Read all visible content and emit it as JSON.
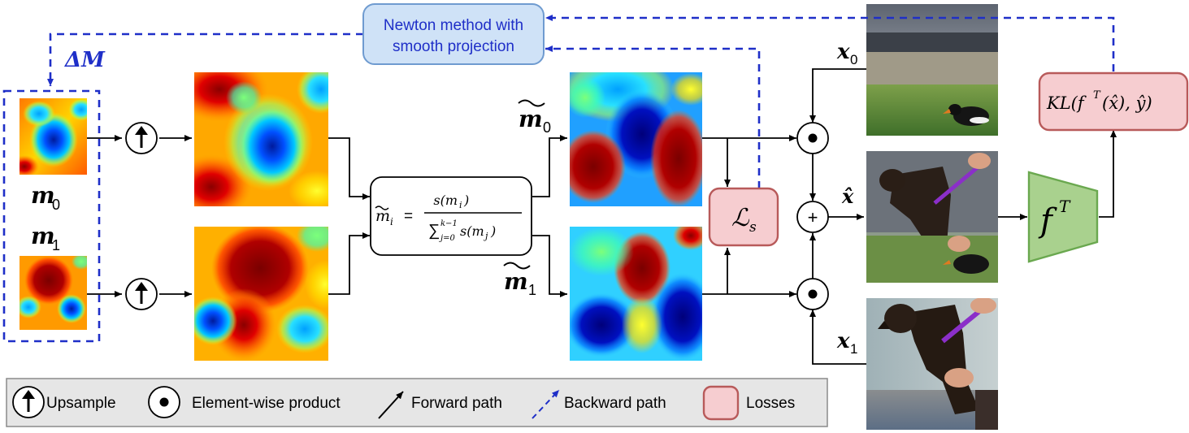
{
  "optimizer": {
    "line1": "Newton method with",
    "line2": "smooth projection"
  },
  "labels": {
    "delta_m": "ΔM",
    "m0": "m",
    "m0_sub": "0",
    "m1": "m",
    "m1_sub": "1",
    "m0_tilde": "m",
    "m0_tilde_sub": "0",
    "m1_tilde": "m",
    "m1_tilde_sub": "1",
    "x0": "x",
    "x0_sub": "0",
    "x1": "x",
    "x1_sub": "1",
    "x_hat": "x̂"
  },
  "softmax": {
    "lhs": "m",
    "lhs_sub": "i",
    "equals": "=",
    "numerator": "s(m",
    "numerator_sub": "i",
    "numerator_end": ")",
    "denominator_sigma": "∑",
    "denominator_top": "k−1",
    "denominator_bottom": "j=0",
    "denominator_body": "s(m",
    "denominator_sub": "j",
    "denominator_end": ")"
  },
  "loss_smooth": {
    "symbol": "ℒ",
    "sub": "s"
  },
  "loss_kl": {
    "text": "KL(f",
    "sup": "T",
    "rest": "(x̂), ŷ)"
  },
  "teacher": {
    "symbol": "f",
    "sup": "T"
  },
  "ops": {
    "upsample": "↑",
    "product": "●",
    "plus": "+"
  },
  "legend": {
    "upsample": "Upsample",
    "product": "Element-wise product",
    "forward": "Forward path",
    "backward": "Backward path",
    "losses": "Losses"
  },
  "colors": {
    "backward": "#1f2fc8",
    "loss_fill": "#f6cdd0",
    "loss_stroke": "#b85a5a",
    "optimizer_fill": "#cfe2f7",
    "optimizer_stroke": "#6f9bd0",
    "teacher_fill": "#a9d18e",
    "teacher_stroke": "#6aa84f"
  },
  "icons": [
    "upsample-icon",
    "product-icon",
    "plus-icon",
    "arrow-icon",
    "dashed-arrow-icon"
  ]
}
